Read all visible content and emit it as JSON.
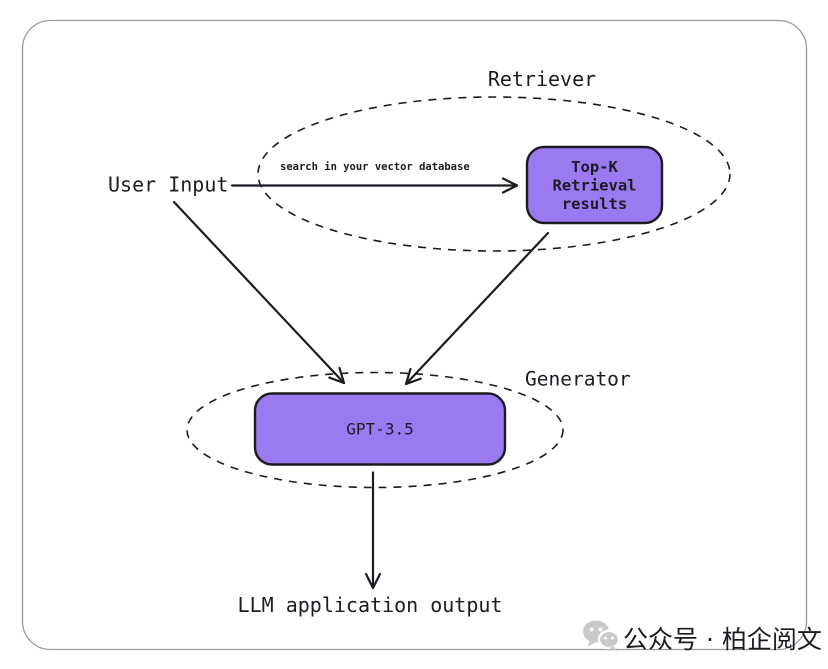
{
  "diagram": {
    "retriever": {
      "label": "Retriever",
      "arrow_label": "search in your vector database",
      "result_box": {
        "lines": [
          "Top-K",
          "Retrieval",
          "results"
        ]
      }
    },
    "user_input": {
      "label": "User Input"
    },
    "generator": {
      "label": "Generator",
      "model_box": {
        "label": "GPT-3.5"
      }
    },
    "output": {
      "label": "LLM application output"
    }
  },
  "watermark": {
    "icon": "wechat-icon",
    "text": "公众号 · 柏企阅文",
    "color": "#c9c9c9"
  },
  "colors": {
    "accent_purple": "#9b79f0",
    "stroke_dark": "#1b1b24",
    "frame_border": "#9b9b9b",
    "background": "#ffffff"
  }
}
